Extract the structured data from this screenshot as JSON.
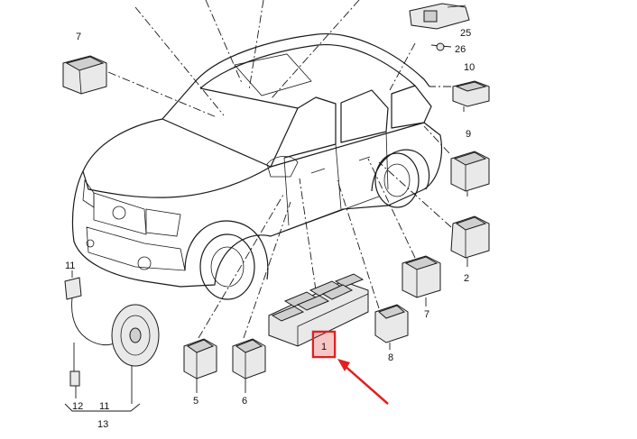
{
  "callouts": [
    {
      "id": "c25",
      "text": "25"
    },
    {
      "id": "c26",
      "text": "26"
    },
    {
      "id": "c7a",
      "text": "7"
    },
    {
      "id": "c10",
      "text": "10"
    },
    {
      "id": "c9",
      "text": "9"
    },
    {
      "id": "c2",
      "text": "2"
    },
    {
      "id": "c7b",
      "text": "7"
    },
    {
      "id": "c8",
      "text": "8"
    },
    {
      "id": "c1",
      "text": "1"
    },
    {
      "id": "c11a",
      "text": "11"
    },
    {
      "id": "c12",
      "text": "12"
    },
    {
      "id": "c11b",
      "text": "11"
    },
    {
      "id": "c13",
      "text": "13"
    },
    {
      "id": "c5",
      "text": "5"
    },
    {
      "id": "c6",
      "text": "6"
    }
  ],
  "highlight": {
    "part_label": "1",
    "color": "#e02020"
  },
  "arrow": {
    "color": "#e02020"
  },
  "colors": {
    "line": "#1a1a1a",
    "part_fill": "#e9e9e9",
    "background": "#ffffff"
  }
}
